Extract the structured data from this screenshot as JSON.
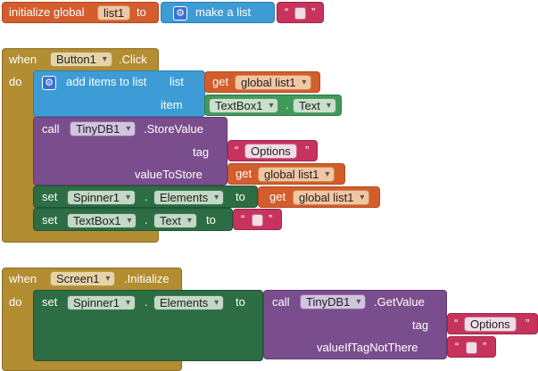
{
  "globals": {
    "init_label": "initialize global",
    "var_name": "list1",
    "to_label": "to",
    "make_list_label": "make a list",
    "open_quote": "“",
    "close_quote": "”"
  },
  "button_event": {
    "when_label": "when",
    "component": "Button1",
    "event": ".Click",
    "do_label": "do",
    "add_items_label": "add items to list",
    "list_label": "list",
    "item_label": "item",
    "get_label": "get",
    "get_var": "global list1",
    "textbox_component": "TextBox1",
    "textbox_prop": "Text",
    "dot": ".",
    "call_label": "call",
    "tinydb": "TinyDB1",
    "store_method": ".StoreValue",
    "tag_label": "tag",
    "tag_value": "Options",
    "value_to_store_label": "valueToStore",
    "set_label": "set",
    "spinner_component": "Spinner1",
    "spinner_prop": "Elements",
    "to_label": "to"
  },
  "screen_event": {
    "when_label": "when",
    "component": "Screen1",
    "event": ".Initialize",
    "do_label": "do",
    "set_label": "set",
    "spinner_component": "Spinner1",
    "spinner_prop": "Elements",
    "to_label": "to",
    "call_label": "call",
    "tinydb": "TinyDB1",
    "get_method": ".GetValue",
    "tag_label": "tag",
    "tag_value": "Options",
    "value_if_not_there_label": "valueIfTagNotThere",
    "dot": "."
  },
  "colors": {
    "variables": "#d35d2c",
    "event": "#b28d31",
    "lists": "#3d9cd6",
    "component_call": "#7a4e8c",
    "component_set": "#2c6d44",
    "text": "#c8335e"
  },
  "icons": [
    "gear-icon",
    "dropdown-arrow-icon"
  ]
}
